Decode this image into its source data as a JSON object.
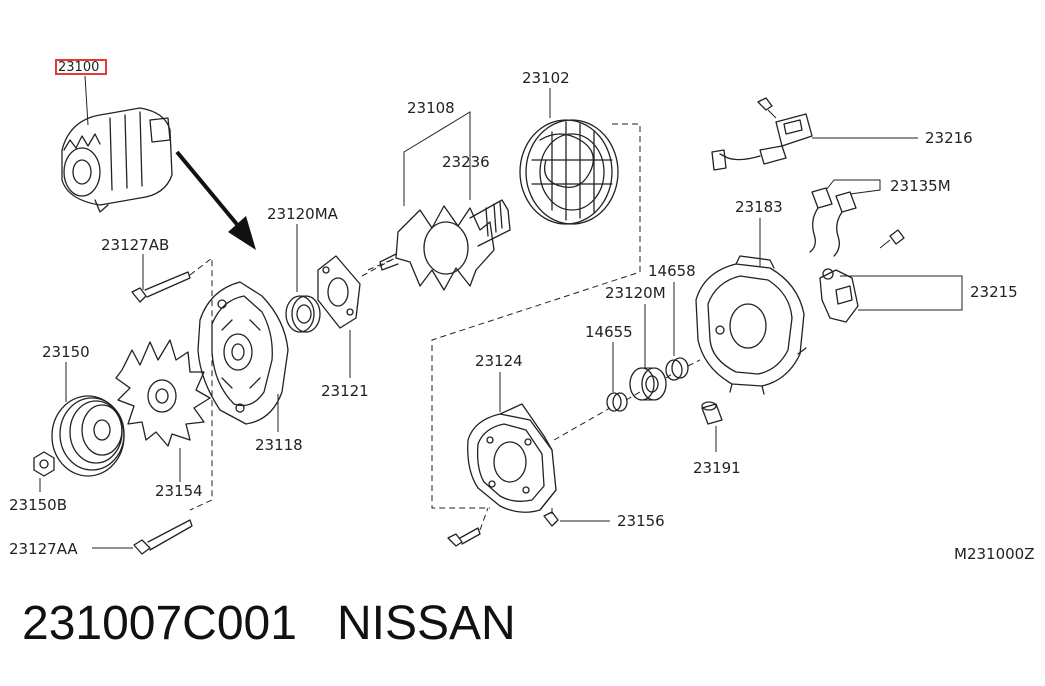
{
  "diagram_code": "M231000Z",
  "highlight_color": "#e53935",
  "caption": {
    "part_number": "231007C001",
    "brand": "NISSAN"
  },
  "callouts": {
    "assembly": "23100",
    "c23102": "23102",
    "c23108": "23108",
    "c23236": "23236",
    "c23216": "23216",
    "c23135M": "23135M",
    "c23120MA": "23120MA",
    "c23127AB": "23127AB",
    "c23183": "23183",
    "c14658": "14658",
    "c23120M": "23120M",
    "c23215": "23215",
    "c14655": "14655",
    "c23150": "23150",
    "c23124": "23124",
    "c23121": "23121",
    "c23118": "23118",
    "c23191": "23191",
    "c23154": "23154",
    "c23150B": "23150B",
    "c23156": "23156",
    "c23127AA": "23127AA"
  }
}
